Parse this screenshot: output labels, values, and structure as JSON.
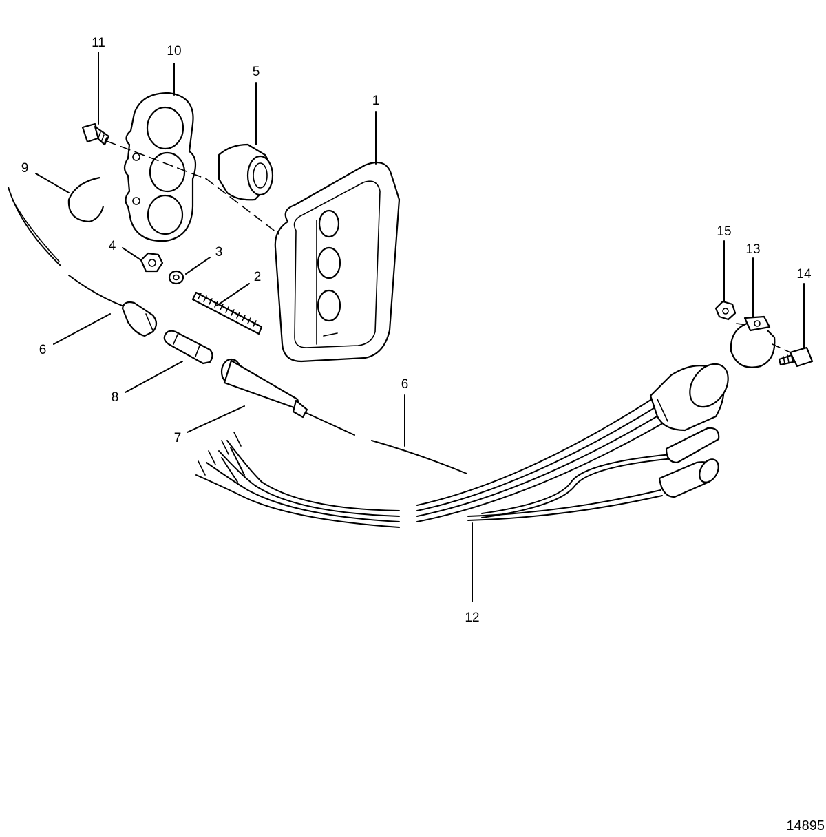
{
  "figure_number": "14895",
  "callouts": {
    "c1": "1",
    "c2": "2",
    "c3": "3",
    "c4": "4",
    "c5": "5",
    "c6a": "6",
    "c6b": "6",
    "c7": "7",
    "c8": "8",
    "c9": "9",
    "c10": "10",
    "c11": "11",
    "c12": "12",
    "c13": "13",
    "c14": "14",
    "c15": "15"
  }
}
